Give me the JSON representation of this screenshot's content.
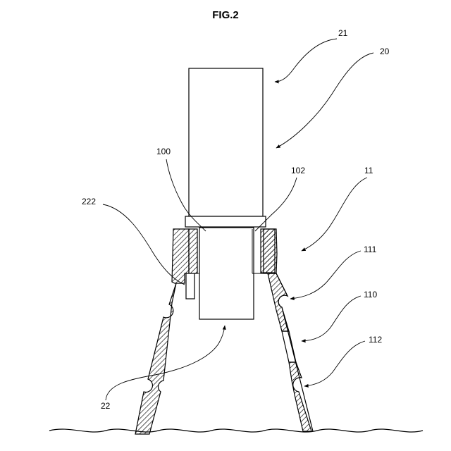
{
  "figure": {
    "title": "FIG.2",
    "labels": {
      "l21": "21",
      "l20": "20",
      "l100": "100",
      "l102": "102",
      "l11": "11",
      "l222": "222",
      "l111": "111",
      "l110": "110",
      "l112": "112",
      "l22": "22"
    }
  }
}
